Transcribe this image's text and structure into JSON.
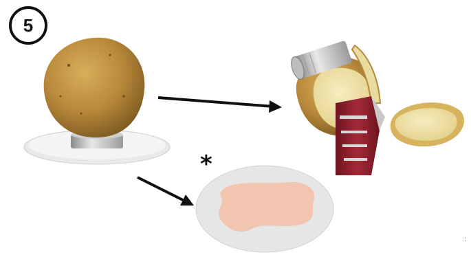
{
  "step_badge": {
    "number": "5"
  },
  "annotation": {
    "asterisk": "*"
  },
  "corner_mark": ":",
  "icons": {
    "potato_on_plate": "potato-on-plate-illustration",
    "cut_potato_with_tool": "cut-potato-with-tool-illustration",
    "scraped_sample": "scraped-sample-on-plate-illustration"
  },
  "colors": {
    "arrow": "#111111",
    "potato_skin": "#b8893a",
    "potato_flesh": "#efe2a6",
    "sample_pink": "#f1c3ad",
    "plate": "#eeeeee",
    "tool_red": "#8a1f2b"
  }
}
